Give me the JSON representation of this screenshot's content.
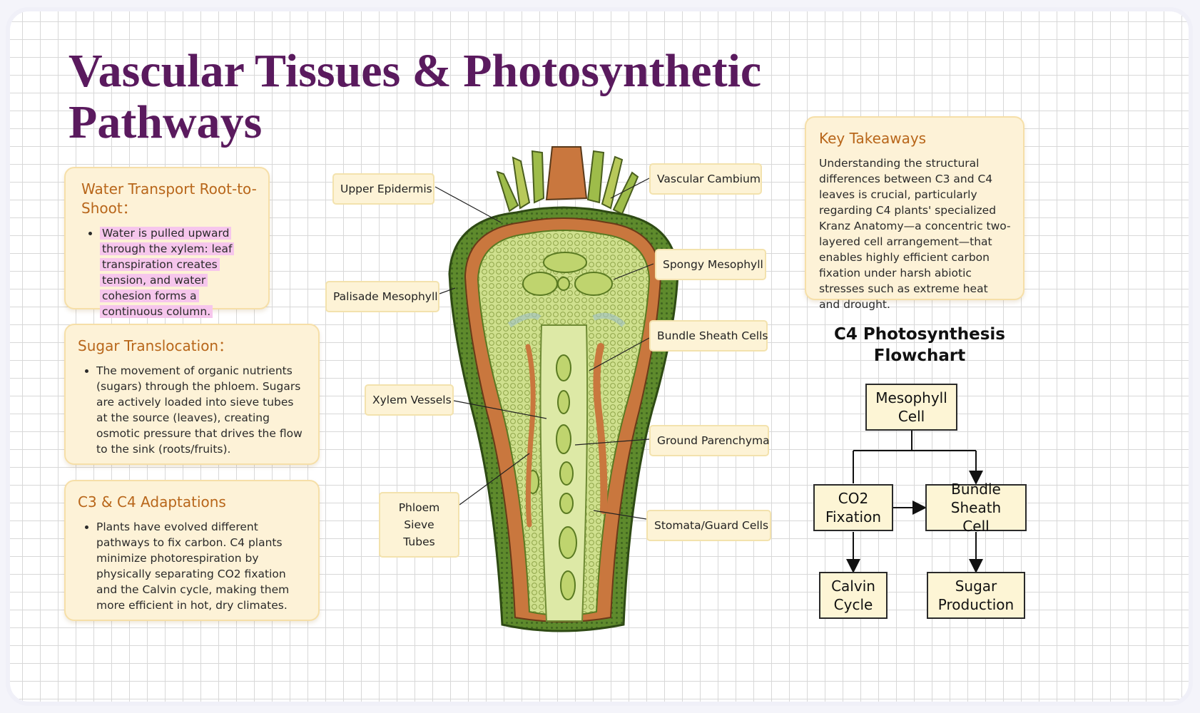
{
  "title": "Vascular Tissues & Photosynthetic Pathways",
  "cards": {
    "water": {
      "heading": "Water Transport Root-to-Shoot：",
      "body": "Water is pulled upward through the xylem: leaf transpiration creates tension, and water cohesion forms a continuous column."
    },
    "sugar": {
      "heading": "Sugar Translocation：",
      "body": "The movement of organic nutrients (sugars) through the phloem. Sugars are actively loaded into sieve tubes at the source (leaves), creating osmotic pressure that drives the flow to the sink (roots/fruits)."
    },
    "c3c4": {
      "heading": "C3 & C4 Adaptations",
      "body": "Plants have evolved different pathways to fix carbon. C4 plants minimize photorespiration by physically separating CO2 fixation and the Calvin cycle, making them more efficient in hot, dry climates."
    }
  },
  "labels": {
    "upper_epidermis": "Upper Epidermis",
    "palisade": "Palisade Mesophyll",
    "xylem": "Xylem Vessels",
    "phloem": "Phloem\nSieve Tubes",
    "vascular_cambium": "Vascular Cambium",
    "spongy": "Spongy Mesophyll",
    "bundle_sheath": "Bundle Sheath Cells",
    "ground_parenchyma": "Ground Parenchyma",
    "stomata": "Stomata/Guard Cells"
  },
  "takeaways": {
    "heading": "Key Takeaways",
    "body": "Understanding the structural differences between C3 and C4 leaves is crucial, particularly regarding C4 plants' specialized Kranz Anatomy—a concentric two-layered cell arrangement—that enables highly efficient carbon fixation under harsh abiotic stresses such as extreme heat and drought."
  },
  "flowchart": {
    "title": "C4 Photosynthesis Flowchart",
    "nodes": {
      "mesophyll": "Mesophyll Cell",
      "co2": "CO2 Fixation",
      "bundle": "Bundle Sheath Cell",
      "calvin": "Calvin Cycle",
      "sugar": "Sugar Production"
    }
  },
  "colors": {
    "title": "#5a1a5e",
    "card_heading": "#b8661a",
    "card_bg": "#fdf2d7",
    "highlight": "#f6c6ec"
  }
}
